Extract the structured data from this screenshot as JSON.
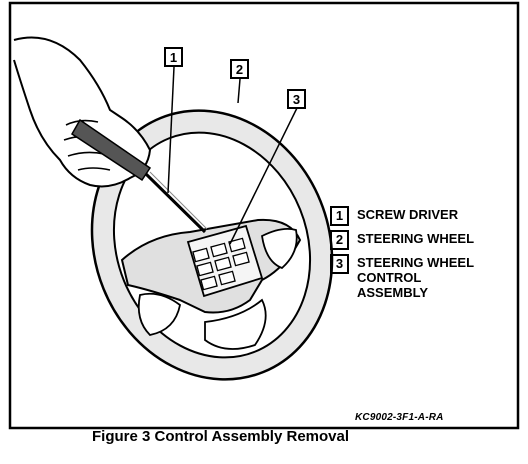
{
  "callouts": [
    {
      "num": "1",
      "label": "SCREW DRIVER"
    },
    {
      "num": "2",
      "label": "STEERING WHEEL"
    },
    {
      "num": "3",
      "label": "STEERING WHEEL\nCONTROL\nASSEMBLY"
    }
  ],
  "figure_code": "KC9002-3F1-A-RA",
  "caption": "Figure 3 Control Assembly Removal"
}
